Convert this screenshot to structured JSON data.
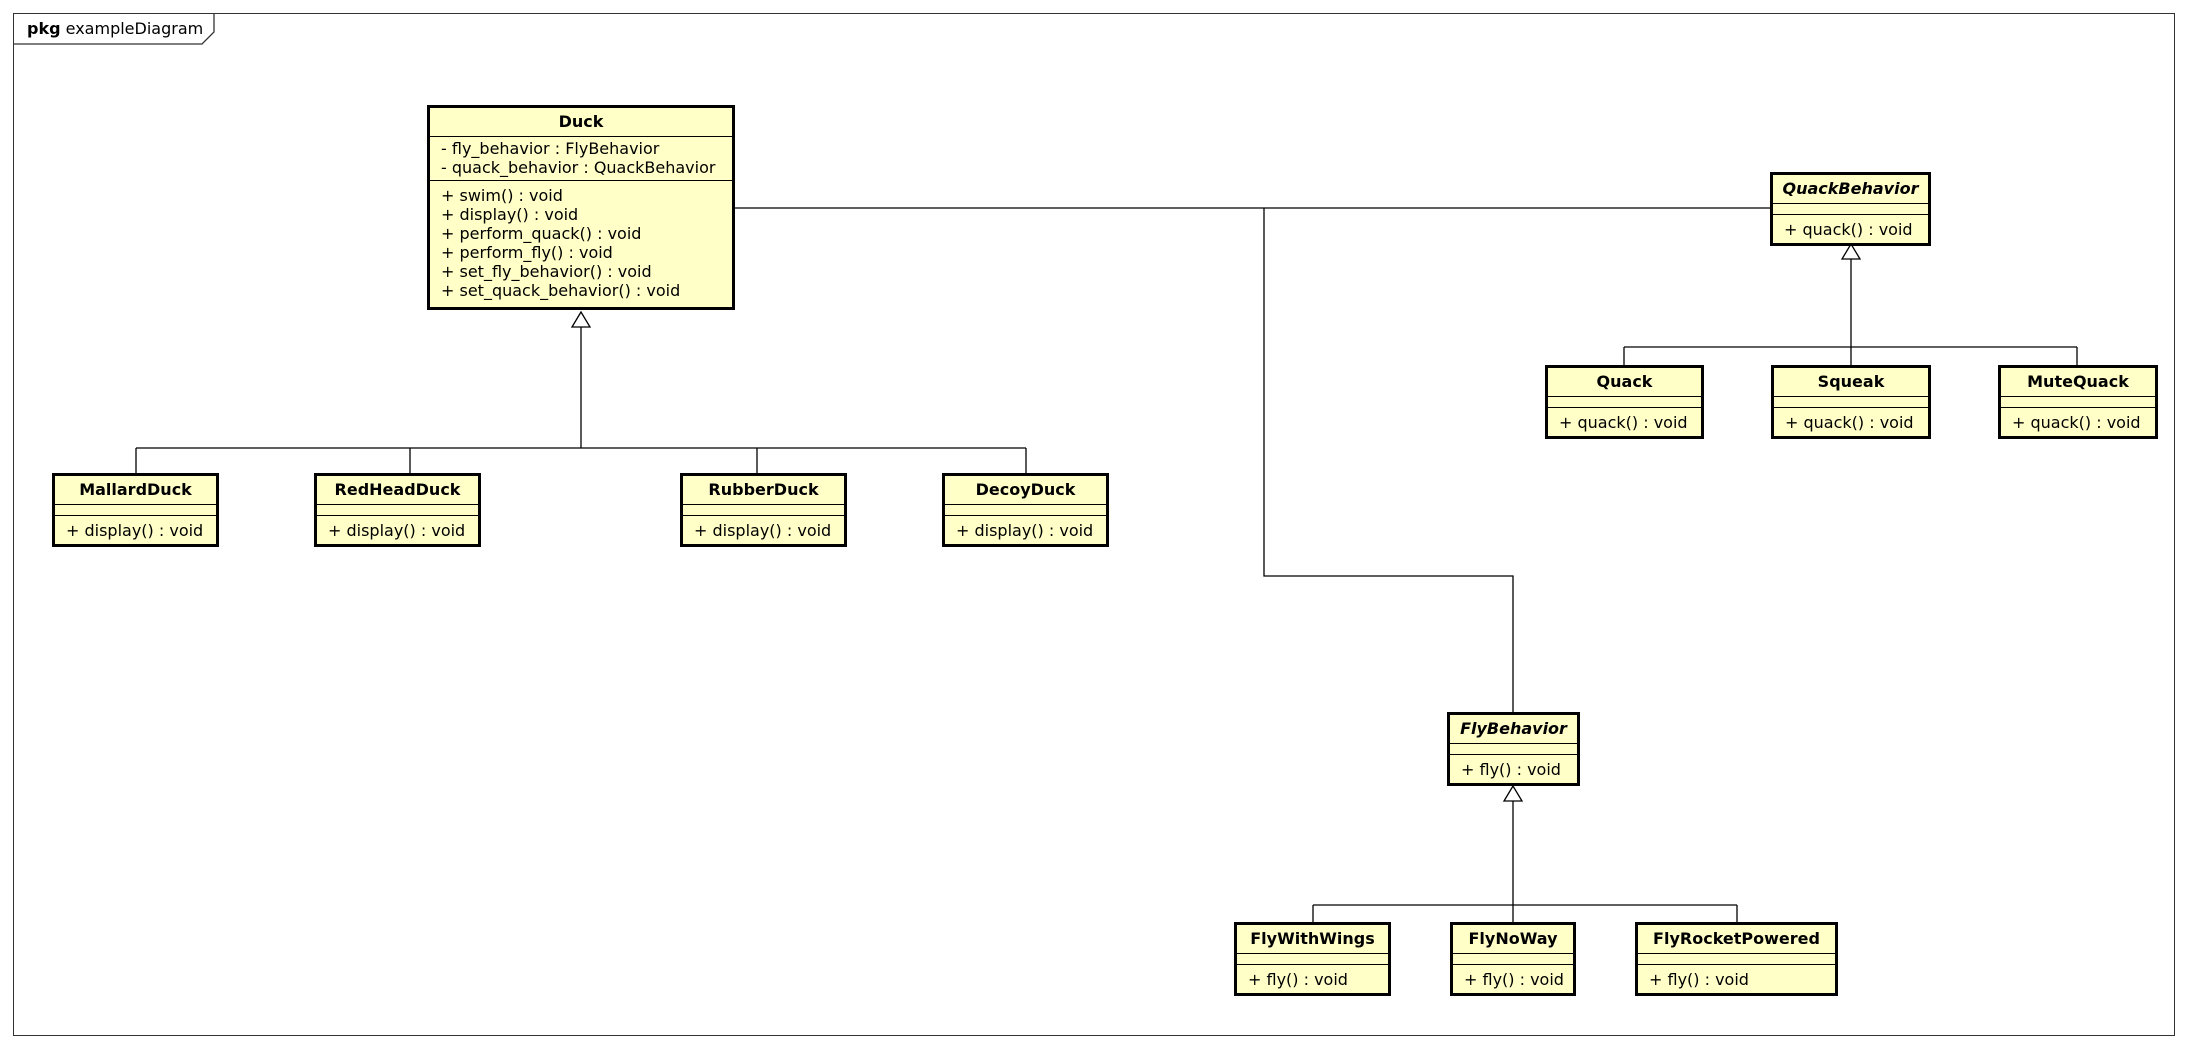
{
  "package": {
    "keyword": "pkg",
    "name": "exampleDiagram"
  },
  "classes": {
    "duck": {
      "name": "Duck",
      "attributes": [
        "- fly_behavior : FlyBehavior",
        "- quack_behavior : QuackBehavior"
      ],
      "operations": [
        "+ swim() : void",
        "+ display() : void",
        "+ perform_quack() : void",
        "+ perform_fly() : void",
        "+ set_fly_behavior() : void",
        "+ set_quack_behavior() : void"
      ]
    },
    "mallard_duck": {
      "name": "MallardDuck",
      "operations": [
        "+ display() : void"
      ]
    },
    "red_head_duck": {
      "name": "RedHeadDuck",
      "operations": [
        "+ display() : void"
      ]
    },
    "rubber_duck": {
      "name": "RubberDuck",
      "operations": [
        "+ display() : void"
      ]
    },
    "decoy_duck": {
      "name": "DecoyDuck",
      "operations": [
        "+ display() : void"
      ]
    },
    "quack_behavior": {
      "name": "QuackBehavior",
      "abstract": true,
      "operations": [
        "+ quack() : void"
      ]
    },
    "quack": {
      "name": "Quack",
      "operations": [
        "+ quack() : void"
      ]
    },
    "squeak": {
      "name": "Squeak",
      "operations": [
        "+ quack() : void"
      ]
    },
    "mute_quack": {
      "name": "MuteQuack",
      "operations": [
        "+ quack() : void"
      ]
    },
    "fly_behavior": {
      "name": "FlyBehavior",
      "abstract": true,
      "operations": [
        "+ fly() : void"
      ]
    },
    "fly_with_wings": {
      "name": "FlyWithWings",
      "operations": [
        "+ fly() : void"
      ]
    },
    "fly_no_way": {
      "name": "FlyNoWay",
      "operations": [
        "+ fly() : void"
      ]
    },
    "fly_rocket_powered": {
      "name": "FlyRocketPowered",
      "operations": [
        "+ fly() : void"
      ]
    }
  },
  "relations": [
    {
      "type": "generalization",
      "parent": "Duck",
      "children": [
        "MallardDuck",
        "RedHeadDuck",
        "RubberDuck",
        "DecoyDuck"
      ]
    },
    {
      "type": "generalization",
      "parent": "QuackBehavior",
      "children": [
        "Quack",
        "Squeak",
        "MuteQuack"
      ]
    },
    {
      "type": "generalization",
      "parent": "FlyBehavior",
      "children": [
        "FlyWithWings",
        "FlyNoWay",
        "FlyRocketPowered"
      ]
    },
    {
      "type": "association",
      "from": "Duck",
      "to": "QuackBehavior"
    },
    {
      "type": "association",
      "from": "Duck",
      "to": "FlyBehavior"
    }
  ],
  "colors": {
    "class_fill": "#ffffc7",
    "stroke": "#000000"
  }
}
